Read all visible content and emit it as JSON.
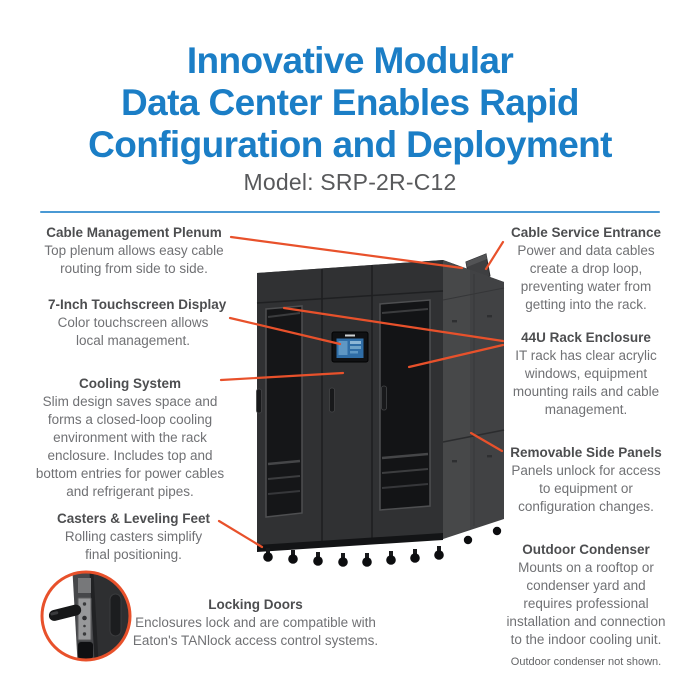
{
  "header": {
    "title_lines": [
      "Innovative Modular",
      "Data Center Enables Rapid",
      "Configuration and Deployment"
    ],
    "model_label": "Model: SRP-2R-C12"
  },
  "colors": {
    "title_blue": "#1b7ec6",
    "divider_blue": "#4a99d4",
    "leader_line_orange": "#e8512b",
    "heading_gray": "#4d4e50",
    "body_gray": "#707174",
    "cabinet_dark": "#303133",
    "touchscreen_blue": "#2f6da6"
  },
  "callouts": {
    "left": [
      {
        "title": "Cable Management Plenum",
        "body": "Top plenum allows easy cable routing from side to side."
      },
      {
        "title": "7-Inch Touchscreen Display",
        "body": "Color touchscreen allows local management."
      },
      {
        "title": "Cooling System",
        "body": "Slim design saves space and forms a closed-loop cooling environment with the rack enclosure. Includes top and bottom entries for power cables and refrigerant pipes."
      },
      {
        "title": "Casters & Leveling Feet",
        "body": "Rolling casters simplify final positioning."
      }
    ],
    "right": [
      {
        "title": "Cable Service Entrance",
        "body": "Power and data cables create a drop loop, preventing water from getting into the rack."
      },
      {
        "title": "44U Rack Enclosure",
        "body": "IT rack has clear acrylic windows, equipment mounting rails and cable management."
      },
      {
        "title": "Removable Side Panels",
        "body": "Panels unlock for access to equipment or configuration changes."
      },
      {
        "title": "Outdoor Condenser",
        "body": "Mounts on a rooftop or condenser yard and requires professional installation and connection to the indoor cooling unit.",
        "note": "Outdoor condenser not shown."
      }
    ],
    "bottom": {
      "title": "Locking Doors",
      "body": "Enclosures lock and are compatible with Eaton's TANlock access control systems."
    }
  },
  "illustration": {
    "main_image": "modular-data-center-enclosure",
    "inset_image": "locking-door-closeup"
  }
}
